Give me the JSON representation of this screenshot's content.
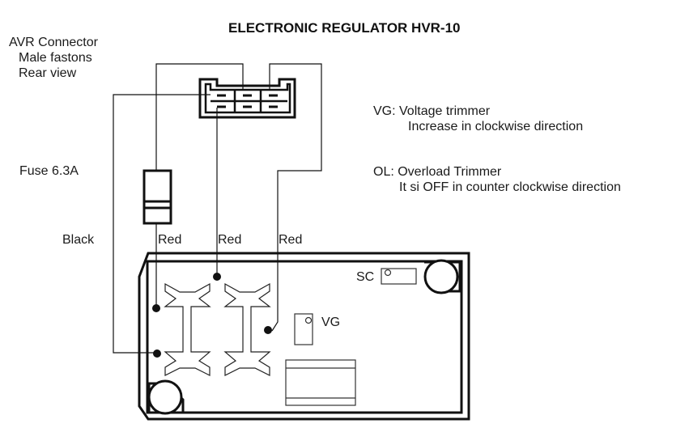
{
  "diagram": {
    "title": "ELECTRONIC REGULATOR HVR-10",
    "connector_note": {
      "line1": "AVR Connector",
      "line2": "Male fastons",
      "line3": "Rear view"
    },
    "fuse_label": "Fuse 6.3A",
    "wire_labels": {
      "black": "Black",
      "red1": "Red",
      "red2": "Red",
      "red3": "Red"
    },
    "notes": {
      "vg_title": "VG: Voltage trimmer",
      "vg_desc": "Increase in clockwise direction",
      "ol_title": "OL: Overload Trimmer",
      "ol_desc": "It si OFF in counter clockwise direction"
    },
    "board_labels": {
      "sc": "SC",
      "vg": "VG"
    },
    "colors": {
      "line": "#111111",
      "background": "#ffffff"
    }
  }
}
